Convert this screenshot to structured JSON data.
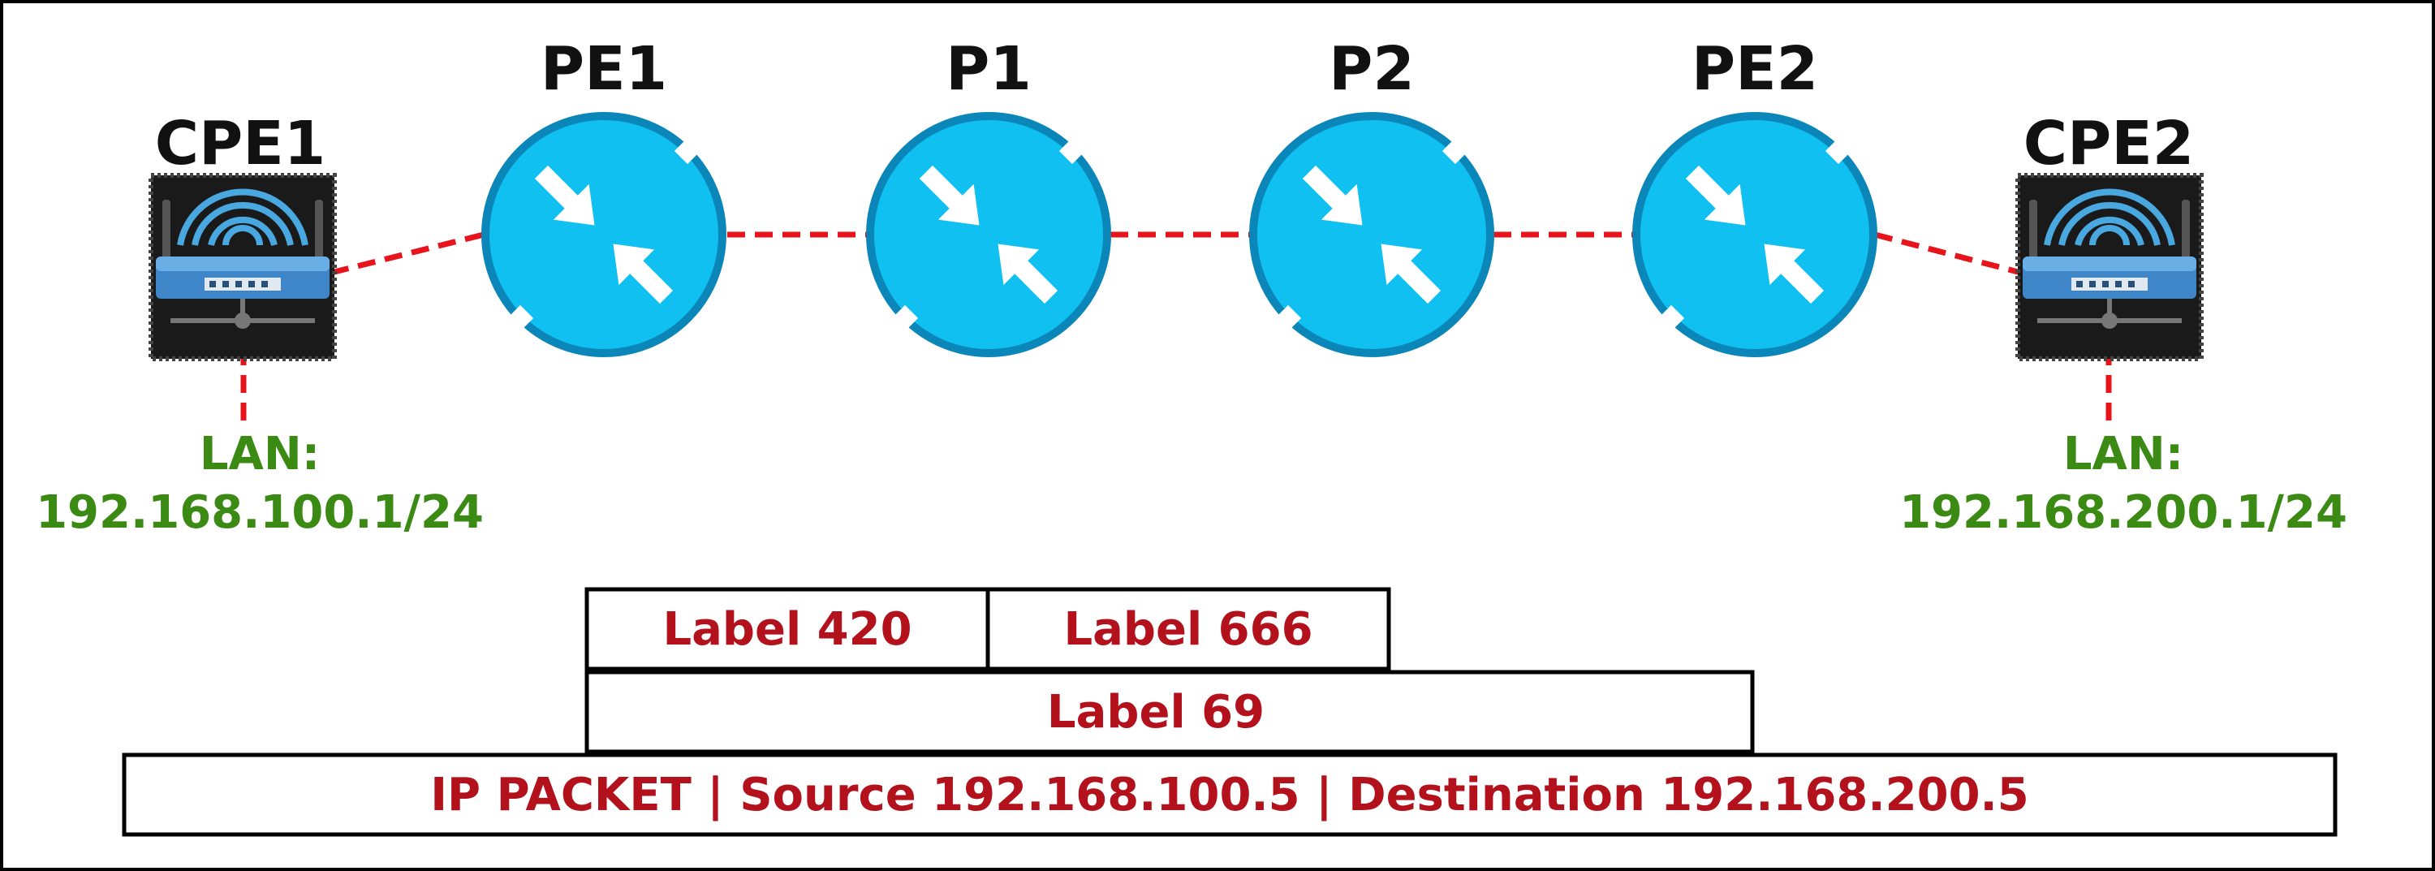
{
  "devices": {
    "cpe1": {
      "name": "CPE1",
      "lan_title": "LAN:",
      "lan_subnet": "192.168.100.1/24",
      "icon": "wireless-router-icon"
    },
    "pe1": {
      "name": "PE1",
      "icon": "router-icon"
    },
    "p1": {
      "name": "P1",
      "icon": "router-icon"
    },
    "p2": {
      "name": "P2",
      "icon": "router-icon"
    },
    "pe2": {
      "name": "PE2",
      "icon": "router-icon"
    },
    "cpe2": {
      "name": "CPE2",
      "lan_title": "LAN:",
      "lan_subnet": "192.168.200.1/24",
      "icon": "wireless-router-icon"
    }
  },
  "packet_stack": {
    "top_left": "Label 420",
    "top_right": "Label 666",
    "middle": "Label 69",
    "bottom": "IP PACKET | Source 192.168.100.5 | Destination 192.168.200.5"
  },
  "colors": {
    "router_fill": "#0fc0f0",
    "router_border": "#0a86b8",
    "link": "#e8141c",
    "lan_text": "#3a8a14",
    "stack_text": "#b3111c"
  }
}
